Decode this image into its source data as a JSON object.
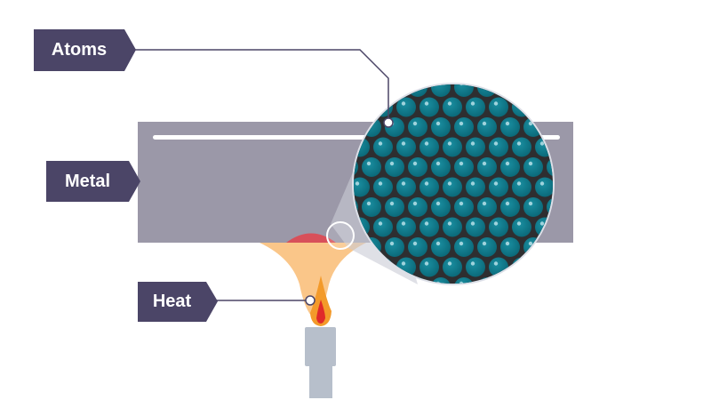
{
  "labels": {
    "atoms": "Atoms",
    "metal": "Metal",
    "heat": "Heat"
  },
  "colors": {
    "label_bg": "#4b4567",
    "metal": "#9b98a8",
    "atom": "#0d7385",
    "lattice_bg": "#2e2e30",
    "flame_glow": "#f9c07c",
    "flame_outer": "#f39a2a",
    "flame_inner": "#e02a2a",
    "hot_spot": "#d8505a",
    "burner": "#b7bfcb"
  }
}
